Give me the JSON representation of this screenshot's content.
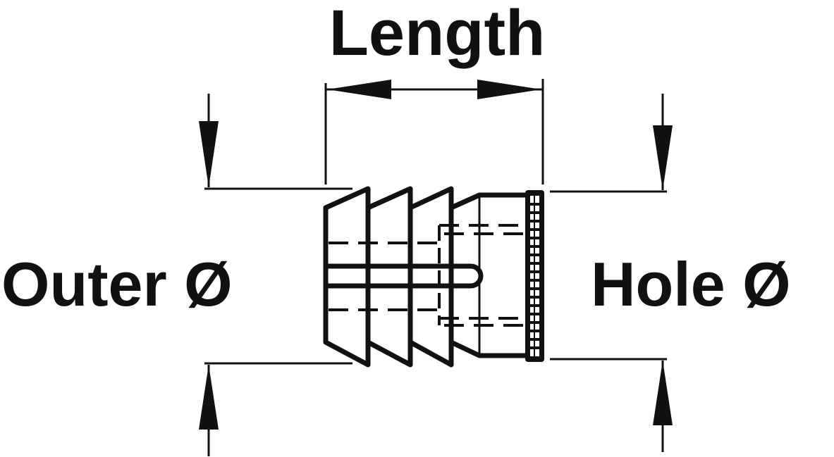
{
  "labels": {
    "length": "Length",
    "outer_diameter": "Outer Ø",
    "hole_diameter": "Hole Ø"
  },
  "colors": {
    "ink": "#111111",
    "background": "#ffffff"
  }
}
